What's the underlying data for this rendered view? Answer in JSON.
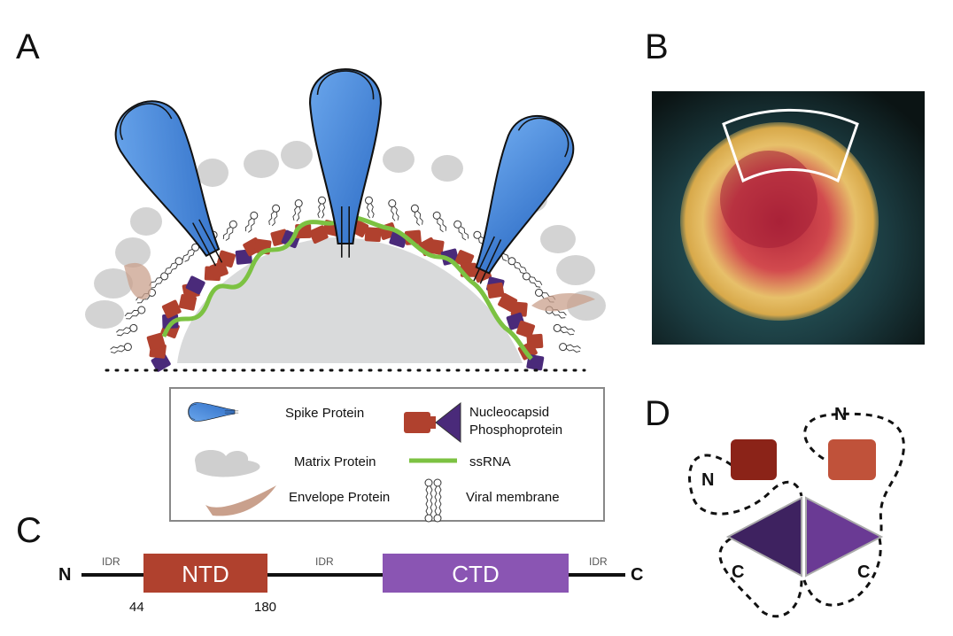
{
  "panels": {
    "a": "A",
    "b": "B",
    "c": "C",
    "d": "D"
  },
  "legend": {
    "spike": "Spike Protein",
    "nucleocapsid_1": "Nucleocapsid",
    "nucleocapsid_2": "Phosphoprotein",
    "matrix": "Matrix Protein",
    "ssrna": "ssRNA",
    "envelope": "Envelope Protein",
    "membrane": "Viral membrane"
  },
  "domain_map": {
    "n_term": "N",
    "c_term": "C",
    "idr_1": "IDR",
    "idr_2": "IDR",
    "idr_3": "IDR",
    "ntd": "NTD",
    "ctd": "CTD",
    "pos_start": "44",
    "pos_end": "180"
  },
  "dimer": {
    "n_top": "N",
    "n_left": "N",
    "c_left": "C",
    "c_right": "C"
  },
  "colors": {
    "spike": "#3b7fd6",
    "nucleocapsid": "#b0412e",
    "phospho": "#4a2a7a",
    "rna": "#7cc242",
    "matrix": "#bdbdbd",
    "envelope": "#c9a08c",
    "ctd": "#8a55b3"
  }
}
